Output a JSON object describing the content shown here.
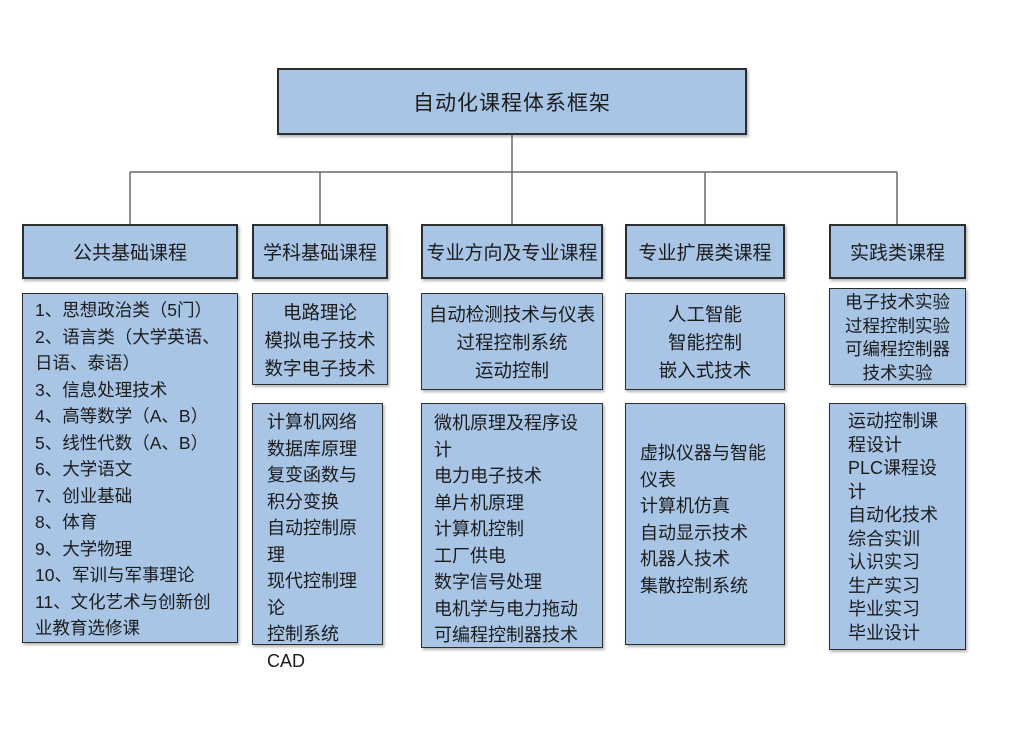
{
  "title": "自动化课程体系框架",
  "colors": {
    "box_fill": "#a8c5e6",
    "box_border": "#2d2d2d",
    "connector": "#696969",
    "background": "#ffffff"
  },
  "columns": [
    {
      "header": "公共基础课程",
      "boxes": [
        {
          "lines": [
            "1、思想政治类（5门）",
            "2、语言类（大学英语、日语、泰语）",
            "3、信息处理技术",
            "4、高等数学（A、B）",
            "5、线性代数（A、B）",
            "6、大学语文",
            "7、创业基础",
            "8、体育",
            "9、大学物理",
            "10、军训与军事理论",
            "11、文化艺术与创新创业教育选修课"
          ]
        }
      ]
    },
    {
      "header": "学科基础课程",
      "boxes": [
        {
          "lines": [
            "电路理论",
            "模拟电子技术",
            "数字电子技术"
          ]
        },
        {
          "lines": [
            "计算机网络",
            "数据库原理",
            "复变函数与积分变换",
            "自动控制原理",
            "现代控制理论",
            "控制系统CAD"
          ]
        }
      ]
    },
    {
      "header": "专业方向及专业课程",
      "boxes": [
        {
          "lines": [
            "自动检测技术与仪表",
            "过程控制系统",
            "运动控制"
          ]
        },
        {
          "lines": [
            "微机原理及程序设计",
            "电力电子技术",
            "单片机原理",
            "计算机控制",
            "工厂供电",
            "数字信号处理",
            "电机学与电力拖动",
            "可编程控制器技术"
          ]
        }
      ]
    },
    {
      "header": "专业扩展类课程",
      "boxes": [
        {
          "lines": [
            "人工智能",
            "智能控制",
            "嵌入式技术"
          ]
        },
        {
          "lines": [
            "虚拟仪器与智能仪表",
            "计算机仿真",
            "自动显示技术",
            "机器人技术",
            "集散控制系统"
          ]
        }
      ]
    },
    {
      "header": "实践类课程",
      "boxes": [
        {
          "lines": [
            "电子技术实验",
            "过程控制实验",
            "可编程控制器技术实验"
          ]
        },
        {
          "lines": [
            "运动控制课程设计",
            "PLC课程设计",
            "自动化技术综合实训",
            "认识实习",
            "生产实习",
            "毕业实习",
            "毕业设计"
          ]
        }
      ]
    }
  ]
}
